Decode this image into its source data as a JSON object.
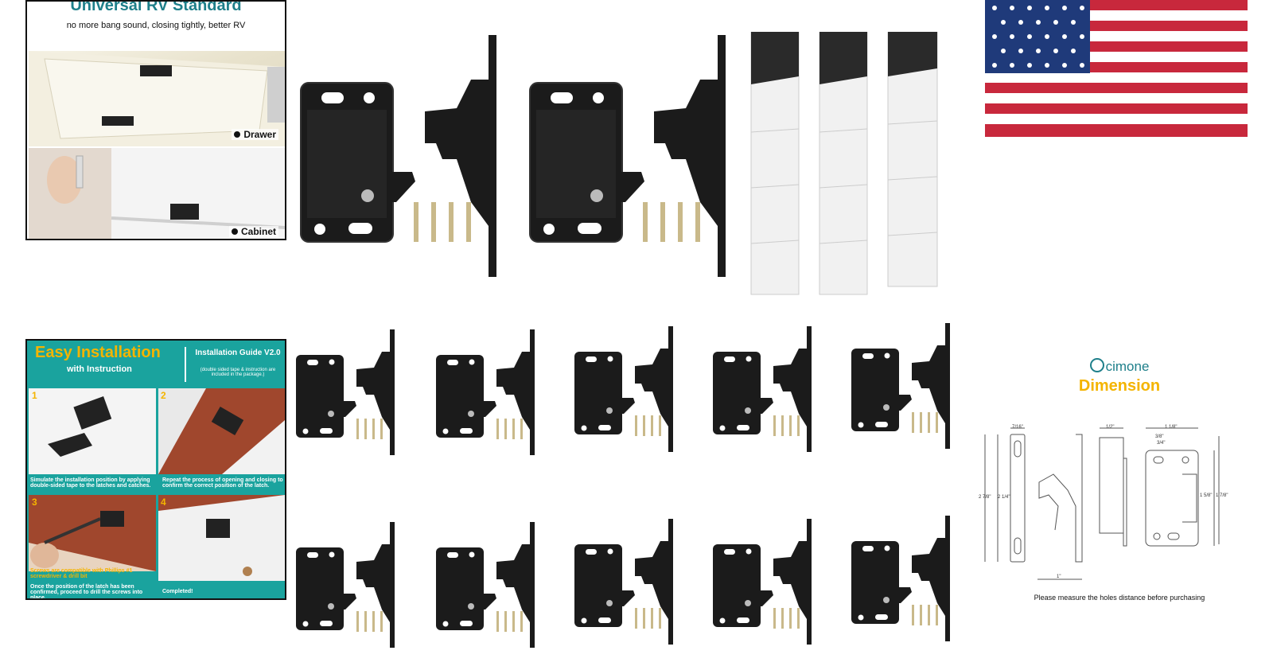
{
  "rv_panel": {
    "title": "Universal RV Standard",
    "subtitle": "no more bang sound, closing tightly, better RV",
    "label_drawer": "Drawer",
    "label_cabinet": "Cabinet"
  },
  "install_panel": {
    "title": "Easy Installation",
    "subtitle": "with Instruction",
    "guide_title": "Installation Guide V2.0",
    "guide_note": "(double sided tape & instruction are included in the package.)",
    "steps": [
      {
        "num": "1",
        "caption": "Simulate the installation position by applying double-sided tape to the latches and catches."
      },
      {
        "num": "2",
        "caption": "Repeat the process of opening and closing to confirm the correct position of the latch."
      },
      {
        "num": "3",
        "caption": "Screws are compatible with Phillips #1 screwdriver & drill bit",
        "caption2": "Once the position of the latch has been confirmed, proceed to drill the screws into place."
      },
      {
        "num": "4",
        "caption": "Completed!"
      }
    ]
  },
  "dimension_panel": {
    "brand": "cimone",
    "title": "Dimension",
    "note": "Please measure the holes distance before purchasing",
    "measures": {
      "a": "7/16\"",
      "b": "1/2\"",
      "c": "1 1/8\"",
      "d": "3/8\"",
      "e": "3/4\"",
      "f": "2 7/8\"",
      "g": "2 1/4\"",
      "h": "1 5/8\"",
      "i": "1 7/8\"",
      "j": "1\""
    }
  },
  "colors": {
    "teal": "#1aa39e",
    "gold": "#f4b400",
    "latch": "#1b1b1b",
    "flag_red": "#c8283c",
    "flag_blue": "#1f3a7a"
  }
}
